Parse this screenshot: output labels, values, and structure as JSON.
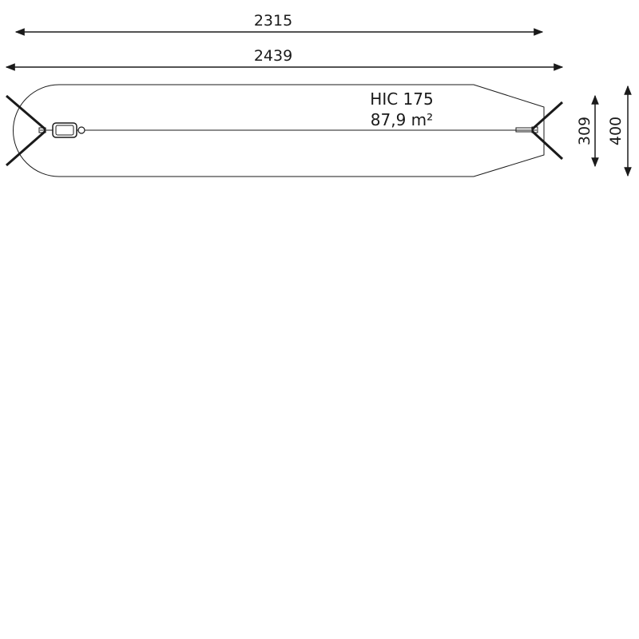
{
  "model": "HIC 175",
  "area": "87,9 m²",
  "dimensions": {
    "inner_length": "2315",
    "outer_length": "2439",
    "inner_width": "309",
    "outer_width": "400"
  },
  "colors": {
    "line": "#1a1a1a",
    "background": "#ffffff"
  }
}
